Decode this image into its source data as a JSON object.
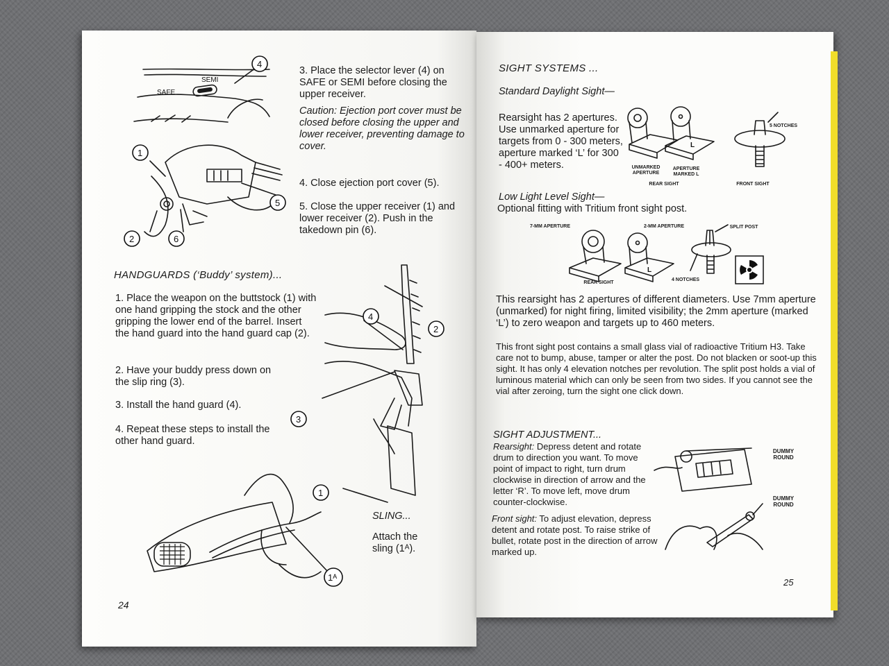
{
  "left": {
    "step3_selector": "3. Place the selector lever (4) on SAFE or SEMI before closing the upper receiver.",
    "caution": "Caution: Ejection port cover must be closed before closing the upper and lower receiver, preventing damage to cover.",
    "step4_close": "4. Close ejection port cover (5).",
    "step5_close": "5. Close the upper receiver (1) and lower receiver (2). Push in the takedown pin (6).",
    "handguards_heading": "HANDGUARDS (‘Buddy’ system)...",
    "hg_step1": "1. Place the weapon on the buttstock (1) with one hand gripping the stock and the other gripping the lower end of the barrel. Insert the hand guard into the hand guard cap (2).",
    "hg_step2": "2. Have your buddy press down on the slip ring (3).",
    "hg_step3": "3. Install the hand guard (4).",
    "hg_step4": "4. Repeat these steps to install the other hand guard.",
    "sling_heading": "SLING...",
    "sling_text": "Attach the sling (1ᴬ).",
    "page_number": "24",
    "selector_labels": {
      "semi": "SEMI",
      "safe": "SAFE"
    },
    "callouts": {
      "c1": "1",
      "c2": "2",
      "c3": "3",
      "c4": "4",
      "c5": "5",
      "c6": "6",
      "c1a": "1ᴬ"
    }
  },
  "right": {
    "heading": "SIGHT SYSTEMS ...",
    "daylight_heading": "Standard Daylight Sight—",
    "daylight_text": "Rearsight has 2 apertures. Use unmarked aperture for targets from 0 - 300 meters, aperture marked ‘L’ for 300 - 400+ meters.",
    "lowlight_heading": "Low Light Level Sight—",
    "lowlight_text": "Optional fitting with Tritium front sight post.",
    "para1": "This rearsight has 2 apertures of different diameters. Use 7mm aperture (unmarked) for night firing, limited visibility; the 2mm aperture (marked ‘L’) to zero weapon and targets up to 460 meters.",
    "para2": "This front sight post contains a small glass vial of radioactive Tritium H3. Take care not to bump, abuse, tamper or alter the post. Do not blacken or soot-up this sight. It has only 4 elevation notches per revolution. The split post holds a vial of luminous material which can only be seen from two sides. If you cannot see the vial after zeroing, turn the sight one click down.",
    "adjust_heading": "SIGHT ADJUSTMENT...",
    "rearsight_label": "Rearsight:",
    "rearsight_text": " Depress detent and rotate drum to direction you want. To move point of impact to right, turn drum clockwise in direction of arrow and the letter ‘R’. To move left, move drum counter-clockwise.",
    "frontsight_label": "Front sight:",
    "frontsight_text": " To adjust elevation, depress detent and rotate post. To raise strike of bullet, rotate post in the direction of arrow marked up.",
    "page_number": "25",
    "captions": {
      "unmarked_aperture": "UNMARKED APERTURE",
      "aperture_marked_l": "APERTURE MARKED L",
      "rear_sight": "REAR SIGHT",
      "front_sight": "FRONT SIGHT",
      "five_notches": "5 NOTCHES",
      "seven_mm": "7-MM APERTURE",
      "two_mm": "2-MM APERTURE",
      "split_post": "SPLIT POST",
      "rear_sight_2": "REAR SIGHT",
      "four_notches": "4 NOTCHES",
      "dummy_round_1": "DUMMY ROUND",
      "dummy_round_2": "DUMMY ROUND",
      "letter_l": "L"
    }
  }
}
